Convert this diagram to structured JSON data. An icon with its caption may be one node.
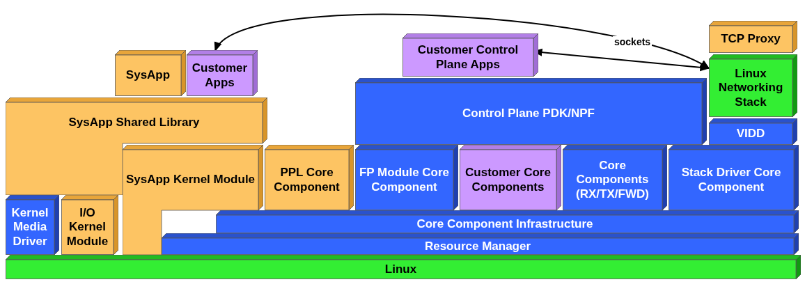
{
  "diagram": {
    "nodes": [
      {
        "text": [
          "TCP Proxy"
        ]
      },
      {
        "text": [
          "Customer Control Plane Apps"
        ]
      },
      {
        "text": [
          "SysApp"
        ]
      },
      {
        "text": [
          "Customer Apps"
        ]
      },
      {
        "text": [
          "Linux Networking Stack"
        ]
      },
      {
        "text": [
          "Control Plane PDK/NPF"
        ]
      },
      {
        "text": [
          "SysApp Shared Library"
        ]
      },
      {
        "text": [
          "VIDD"
        ]
      },
      {
        "text": [
          "SysApp Kernel Module"
        ]
      },
      {
        "text": [
          "PPL Core Component"
        ]
      },
      {
        "text": [
          "FP Module Core Component"
        ]
      },
      {
        "text": [
          "Customer Core Components"
        ]
      },
      {
        "text": [
          "Core Components (RX/TX/FWD)"
        ]
      },
      {
        "text": [
          "Stack Driver Core Component"
        ]
      },
      {
        "text": [
          "Kernel Media Driver"
        ]
      },
      {
        "text": [
          "I/O Kernel Module"
        ]
      },
      {
        "text": [
          "Core Component Infrastructure"
        ]
      },
      {
        "text": [
          "Resource Manager"
        ]
      },
      {
        "text": [
          "Linux"
        ]
      }
    ],
    "edges": [
      {
        "from": 3,
        "to": 4,
        "arrow": "both"
      },
      {
        "from": 1,
        "to": 4,
        "arrow": "both",
        "label": "sockets"
      }
    ]
  }
}
